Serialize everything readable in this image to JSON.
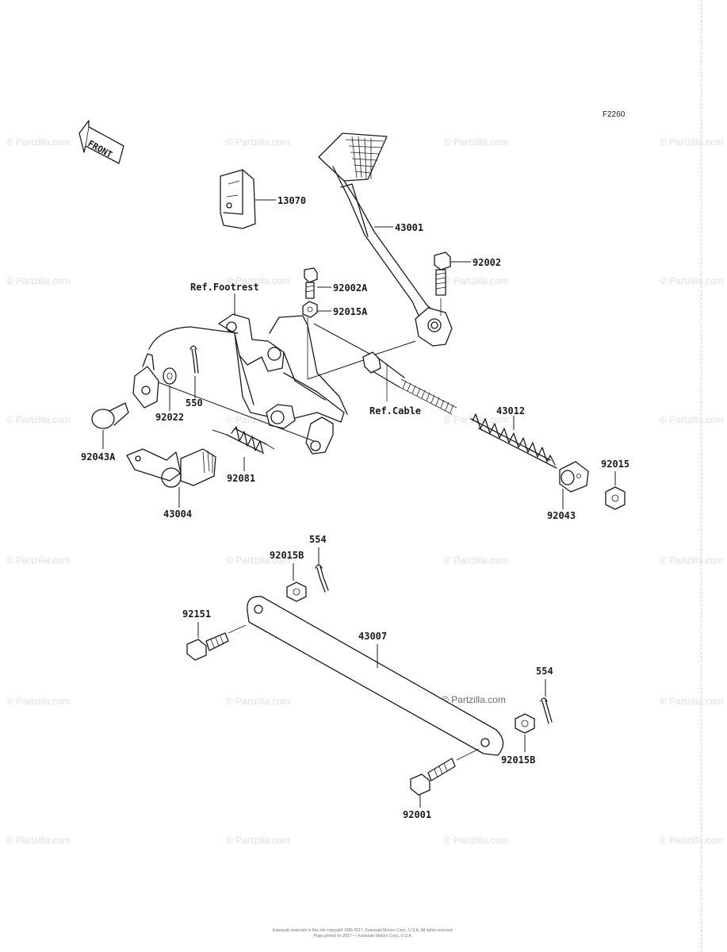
{
  "figure_code": "F2260",
  "front_label": "FRONT",
  "watermark_text": "© Partzilla.com",
  "watermark_center_text": "© Partzilla.com",
  "footer_line1": "Kawasaki materials in this site copyright 1995-2017, Kawasaki Motors Corp., U.S.A. All rights reserved.",
  "footer_line2": "Page printed on 2017 — Kawasaki Motors Corp., U.S.A.",
  "refs": {
    "footrest": "Ref.Footrest",
    "cable": "Ref.Cable"
  },
  "parts": {
    "p13070": "13070",
    "p43001": "43001",
    "p92002": "92002",
    "p92002A": "92002A",
    "p92015A": "92015A",
    "p550": "550",
    "p92022": "92022",
    "p92043A": "92043A",
    "p43012": "43012",
    "p92015": "92015",
    "p92043": "92043",
    "p92081": "92081",
    "p43004": "43004",
    "p554_top": "554",
    "p92015B_top": "92015B",
    "p92151": "92151",
    "p43007": "43007",
    "p554_right": "554",
    "p92015B_right": "92015B",
    "p92001": "92001"
  }
}
